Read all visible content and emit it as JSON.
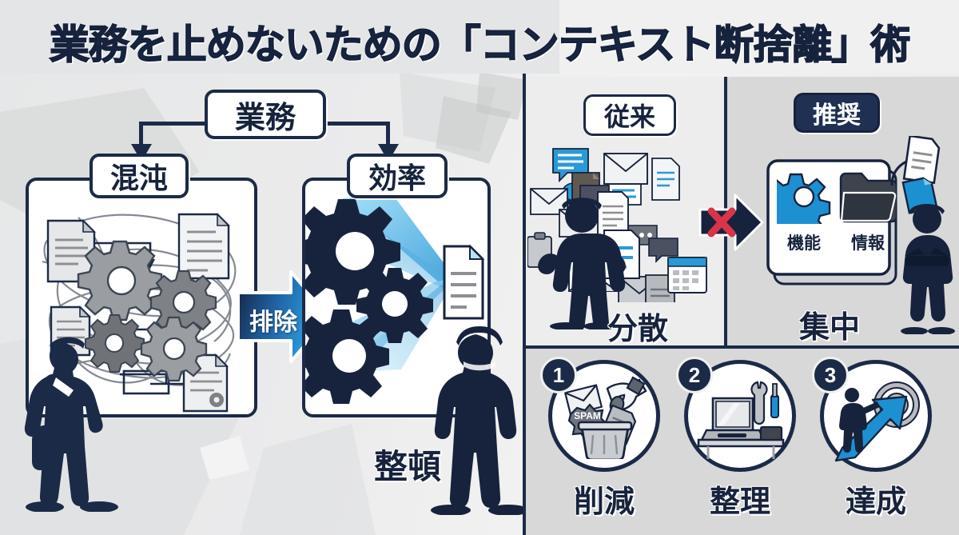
{
  "title": "業務を止めないための「コンテキスト断捨離」術",
  "flow": {
    "root_label": "業務",
    "left_label": "混沌",
    "right_label": "効率",
    "transition_label": "排除",
    "outcome_label": "整頓"
  },
  "comparison": {
    "before": {
      "badge": "従来",
      "caption": "分散"
    },
    "after": {
      "badge": "推奨",
      "caption": "集中",
      "card_items": [
        {
          "label": "機能",
          "icon": "gear-icon"
        },
        {
          "label": "情報",
          "icon": "folder-icon"
        }
      ]
    },
    "transition_icon": "cross-arrow-icon"
  },
  "steps": [
    {
      "number": "1",
      "label": "削減",
      "icon": "trash-spam-icon",
      "spam_tag": "SPAM"
    },
    {
      "number": "2",
      "label": "整理",
      "icon": "desk-tools-icon"
    },
    {
      "number": "3",
      "label": "達成",
      "icon": "target-arrow-icon"
    }
  ],
  "colors": {
    "navy": "#1b2a47",
    "navy_dark": "#16223c",
    "accent_blue": "#1a8fd1",
    "accent_blue_light": "#35b0ef",
    "gray": "#8d8f92",
    "red": "#d9344a",
    "bg": "#ebebec",
    "panel_shade": "#d8d8d9"
  }
}
